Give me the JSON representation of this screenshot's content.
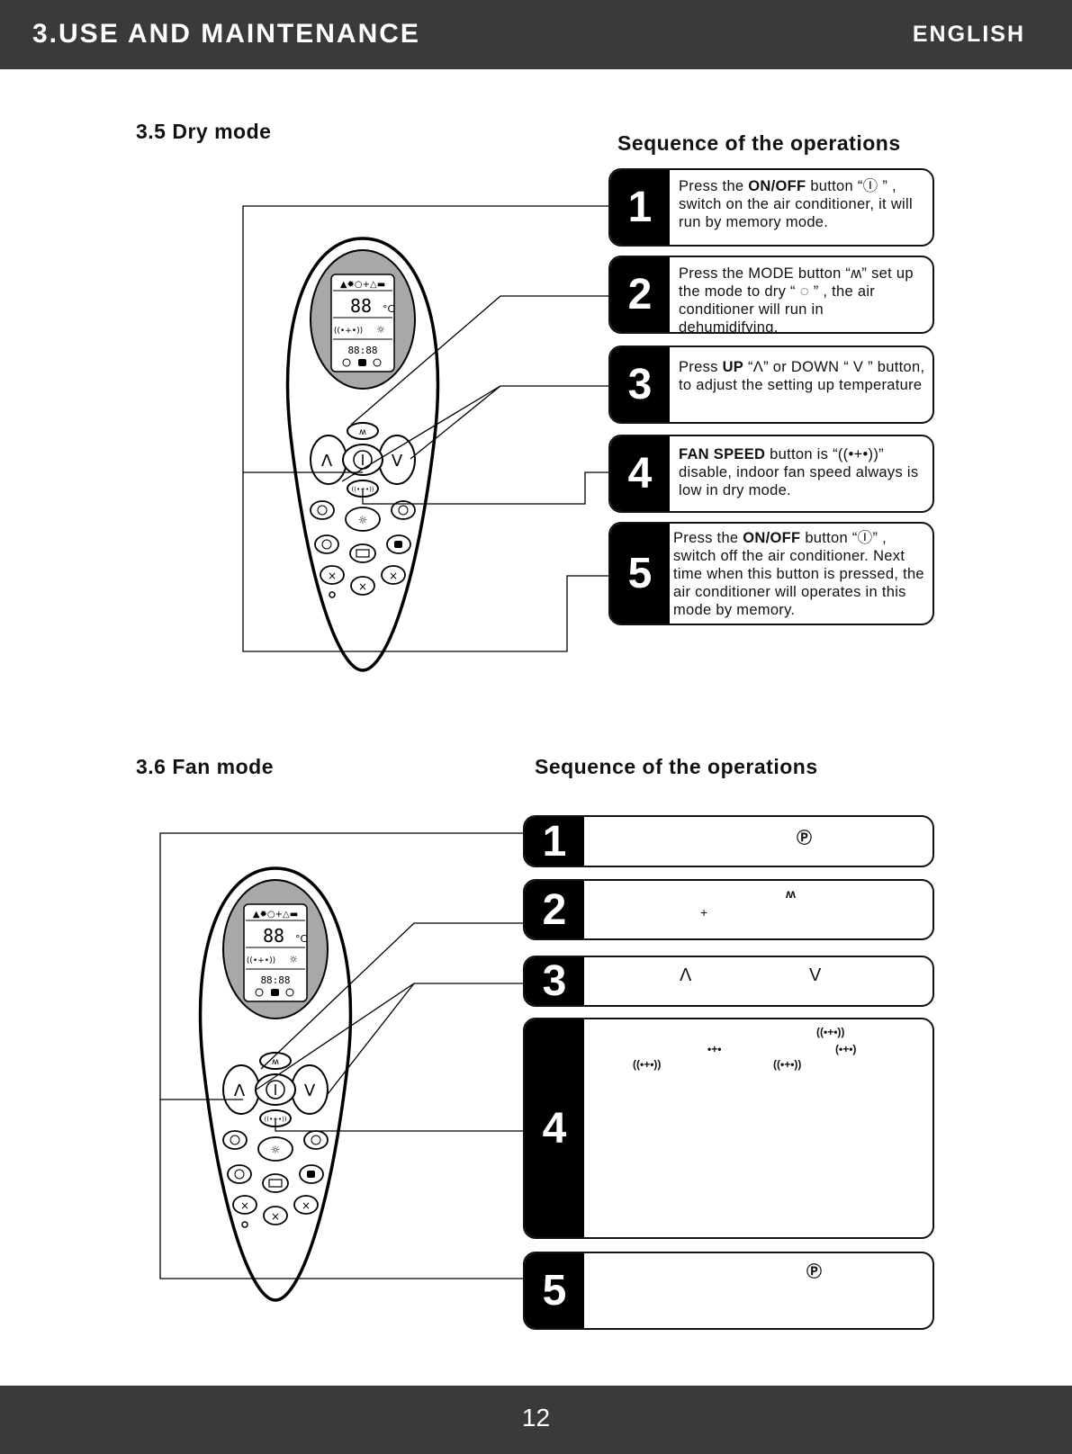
{
  "header": {
    "title": "3.USE AND MAINTENANCE",
    "language": "ENGLISH"
  },
  "footer": {
    "page_number": "12"
  },
  "dry_mode": {
    "section_title": "3.5  Dry mode",
    "sequence_title": "Sequence of the operations",
    "steps": [
      {
        "number": "1",
        "pre": "Press the ",
        "bold": "ON/OFF",
        "post": " button  “Ⓘ  ” , switch on the air conditioner, it will run by memory mode."
      },
      {
        "number": "2",
        "pre": "Press the MODE button  “ʍ” set up the mode to dry  “ ◌ ” , the air conditioner will run in dehumidifying.",
        "bold": "",
        "post": ""
      },
      {
        "number": "3",
        "pre": "Press ",
        "bold": "UP",
        "post": "  “Λ”  or DOWN  “ V  ”   button, to adjust the setting up temperature"
      },
      {
        "number": "4",
        "pre": "",
        "bold": "FAN SPEED",
        "post": " button is  “((•+•))” disable, indoor fan speed always is low in dry mode."
      },
      {
        "number": "5",
        "pre": "Press the ",
        "bold": "ON/OFF",
        "post": " button  “Ⓘ” , switch off the air conditioner. Next time when this button is pressed, the air conditioner will operates in this mode by memory."
      }
    ]
  },
  "fan_mode": {
    "section_title": "3.6  Fan mode",
    "sequence_title": "Sequence of the operations",
    "steps": [
      {
        "number": "1"
      },
      {
        "number": "2"
      },
      {
        "number": "3"
      },
      {
        "number": "4"
      },
      {
        "number": "5"
      }
    ]
  },
  "remote": {
    "display_temp": "88",
    "display_unit": "°C",
    "display_time": "88:88"
  }
}
